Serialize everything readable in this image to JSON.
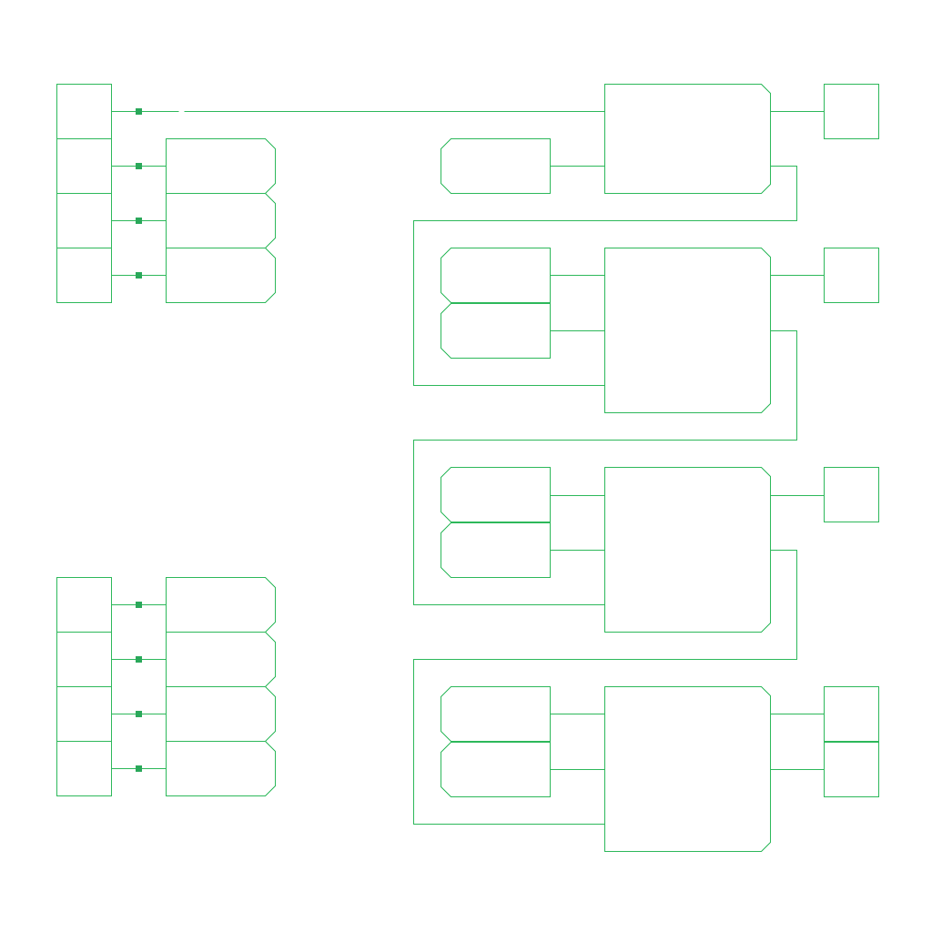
{
  "diagram": {
    "type": "block-diagram",
    "labels": [],
    "colors": {
      "stroke": "#2db85a",
      "junction": "#2aa85a",
      "background": "#ffffff"
    },
    "groups": [
      {
        "name": "left-top-port-group",
        "port_rows": 4,
        "connector_rows": 3,
        "junctions": 4
      },
      {
        "name": "left-bottom-port-group",
        "port_rows": 4,
        "connector_rows": 4,
        "junctions": 4
      },
      {
        "name": "right-block-1",
        "inputs": 1,
        "outputs": 1
      },
      {
        "name": "right-block-2",
        "inputs": 2,
        "outputs": 1
      },
      {
        "name": "right-block-3",
        "inputs": 2,
        "outputs": 1
      },
      {
        "name": "right-block-4",
        "inputs": 2,
        "outputs": 2
      }
    ]
  }
}
